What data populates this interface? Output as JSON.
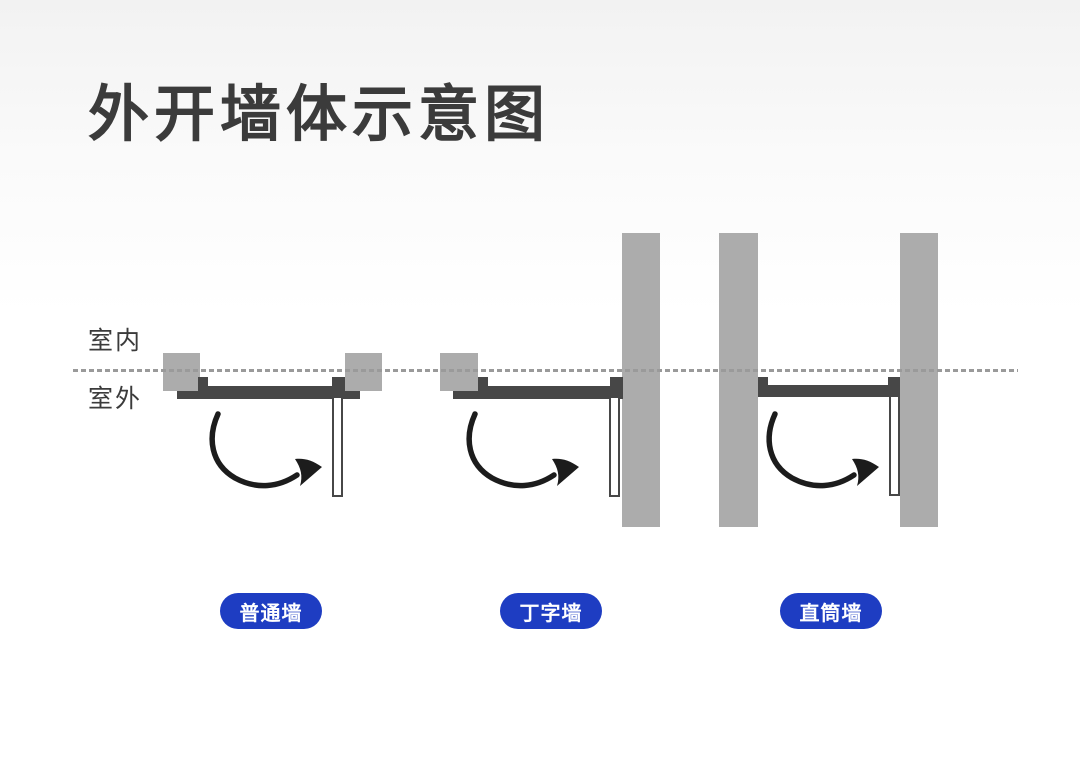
{
  "page": {
    "title": "外开墙体示意图"
  },
  "zones": {
    "indoor": "室内",
    "outdoor": "室外"
  },
  "diagrams": [
    {
      "label": "普通墙",
      "name": "ordinary-wall"
    },
    {
      "label": "丁字墙",
      "name": "t-shaped-wall"
    },
    {
      "label": "直筒墙",
      "name": "straight-tube-wall"
    }
  ],
  "colors": {
    "background_top": "#F2F2F2",
    "ink": "#3B3B3B",
    "wall_gray": "#ACACAC",
    "frame_dark": "#474747",
    "divider_gray": "#9A9A9A",
    "badge_blue": "#1E3DC2",
    "badge_text": "#FFFFFF",
    "arrow_black": "#1C1C1C"
  }
}
